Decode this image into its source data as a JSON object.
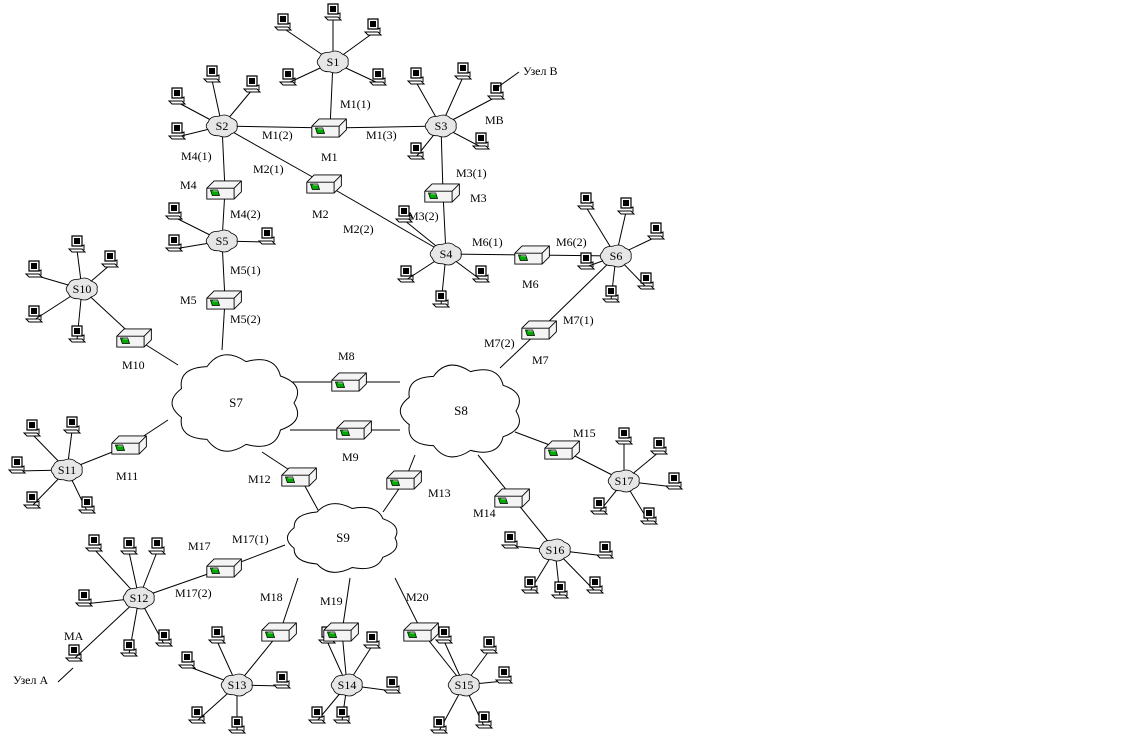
{
  "networks": [
    {
      "id": "S1",
      "label": "S1"
    },
    {
      "id": "S2",
      "label": "S2"
    },
    {
      "id": "S3",
      "label": "S3"
    },
    {
      "id": "S4",
      "label": "S4"
    },
    {
      "id": "S5",
      "label": "S5"
    },
    {
      "id": "S6",
      "label": "S6"
    },
    {
      "id": "S7",
      "label": "S7"
    },
    {
      "id": "S8",
      "label": "S8"
    },
    {
      "id": "S9",
      "label": "S9"
    },
    {
      "id": "S10",
      "label": "S10"
    },
    {
      "id": "S11",
      "label": "S11"
    },
    {
      "id": "S12",
      "label": "S12"
    },
    {
      "id": "S13",
      "label": "S13"
    },
    {
      "id": "S14",
      "label": "S14"
    },
    {
      "id": "S15",
      "label": "S15"
    },
    {
      "id": "S16",
      "label": "S16"
    },
    {
      "id": "S17",
      "label": "S17"
    }
  ],
  "routers": [
    {
      "id": "M1",
      "label": "M1"
    },
    {
      "id": "M2",
      "label": "M2"
    },
    {
      "id": "M3",
      "label": "M3"
    },
    {
      "id": "M4",
      "label": "M4"
    },
    {
      "id": "M5",
      "label": "M5"
    },
    {
      "id": "M6",
      "label": "M6"
    },
    {
      "id": "M7",
      "label": "M7"
    },
    {
      "id": "M8",
      "label": "M8"
    },
    {
      "id": "M9",
      "label": "M9"
    },
    {
      "id": "M10",
      "label": "M10"
    },
    {
      "id": "M11",
      "label": "M11"
    },
    {
      "id": "M12",
      "label": "M12"
    },
    {
      "id": "M13",
      "label": "M13"
    },
    {
      "id": "M14",
      "label": "M14"
    },
    {
      "id": "M15",
      "label": "M15"
    },
    {
      "id": "M17",
      "label": "M17"
    },
    {
      "id": "M18",
      "label": "M18"
    },
    {
      "id": "M19",
      "label": "M19"
    },
    {
      "id": "M20",
      "label": "M20"
    }
  ],
  "port_labels": [
    "M1(1)",
    "M1(2)",
    "M1(3)",
    "M2(1)",
    "M2(2)",
    "M3(1)",
    "M3(2)",
    "M4(1)",
    "M4(2)",
    "M5(1)",
    "M5(2)",
    "M6(1)",
    "M6(2)",
    "M7(1)",
    "M7(2)",
    "M17(1)",
    "M17(2)"
  ],
  "annotations": {
    "node_b": "Узел В",
    "node_a": "Узел А",
    "mb": "MB",
    "ma": "MA"
  }
}
